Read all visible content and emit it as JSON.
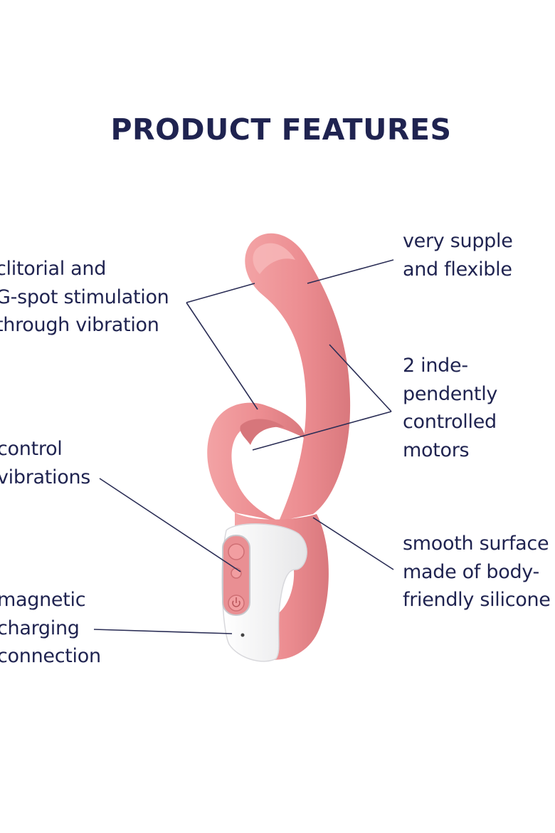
{
  "title": "PRODUCT FEATURES",
  "features": {
    "stimulation": [
      "clitorial and",
      "G-spot stimulation",
      "through vibration"
    ],
    "control": [
      "control",
      "vibrations"
    ],
    "charging": [
      "magnetic",
      "charging",
      "connection"
    ],
    "supple": [
      "very supple",
      "and flexible"
    ],
    "motors": [
      "2 inde-",
      "pendently",
      "controlled",
      "motors"
    ],
    "surface": [
      "smooth surface",
      "made of body-",
      "friendly silicone"
    ]
  },
  "colors": {
    "text": "#1f2350",
    "product": "#ec8f93",
    "handle": "#f4f4f4",
    "lines": "#2a2d55"
  }
}
